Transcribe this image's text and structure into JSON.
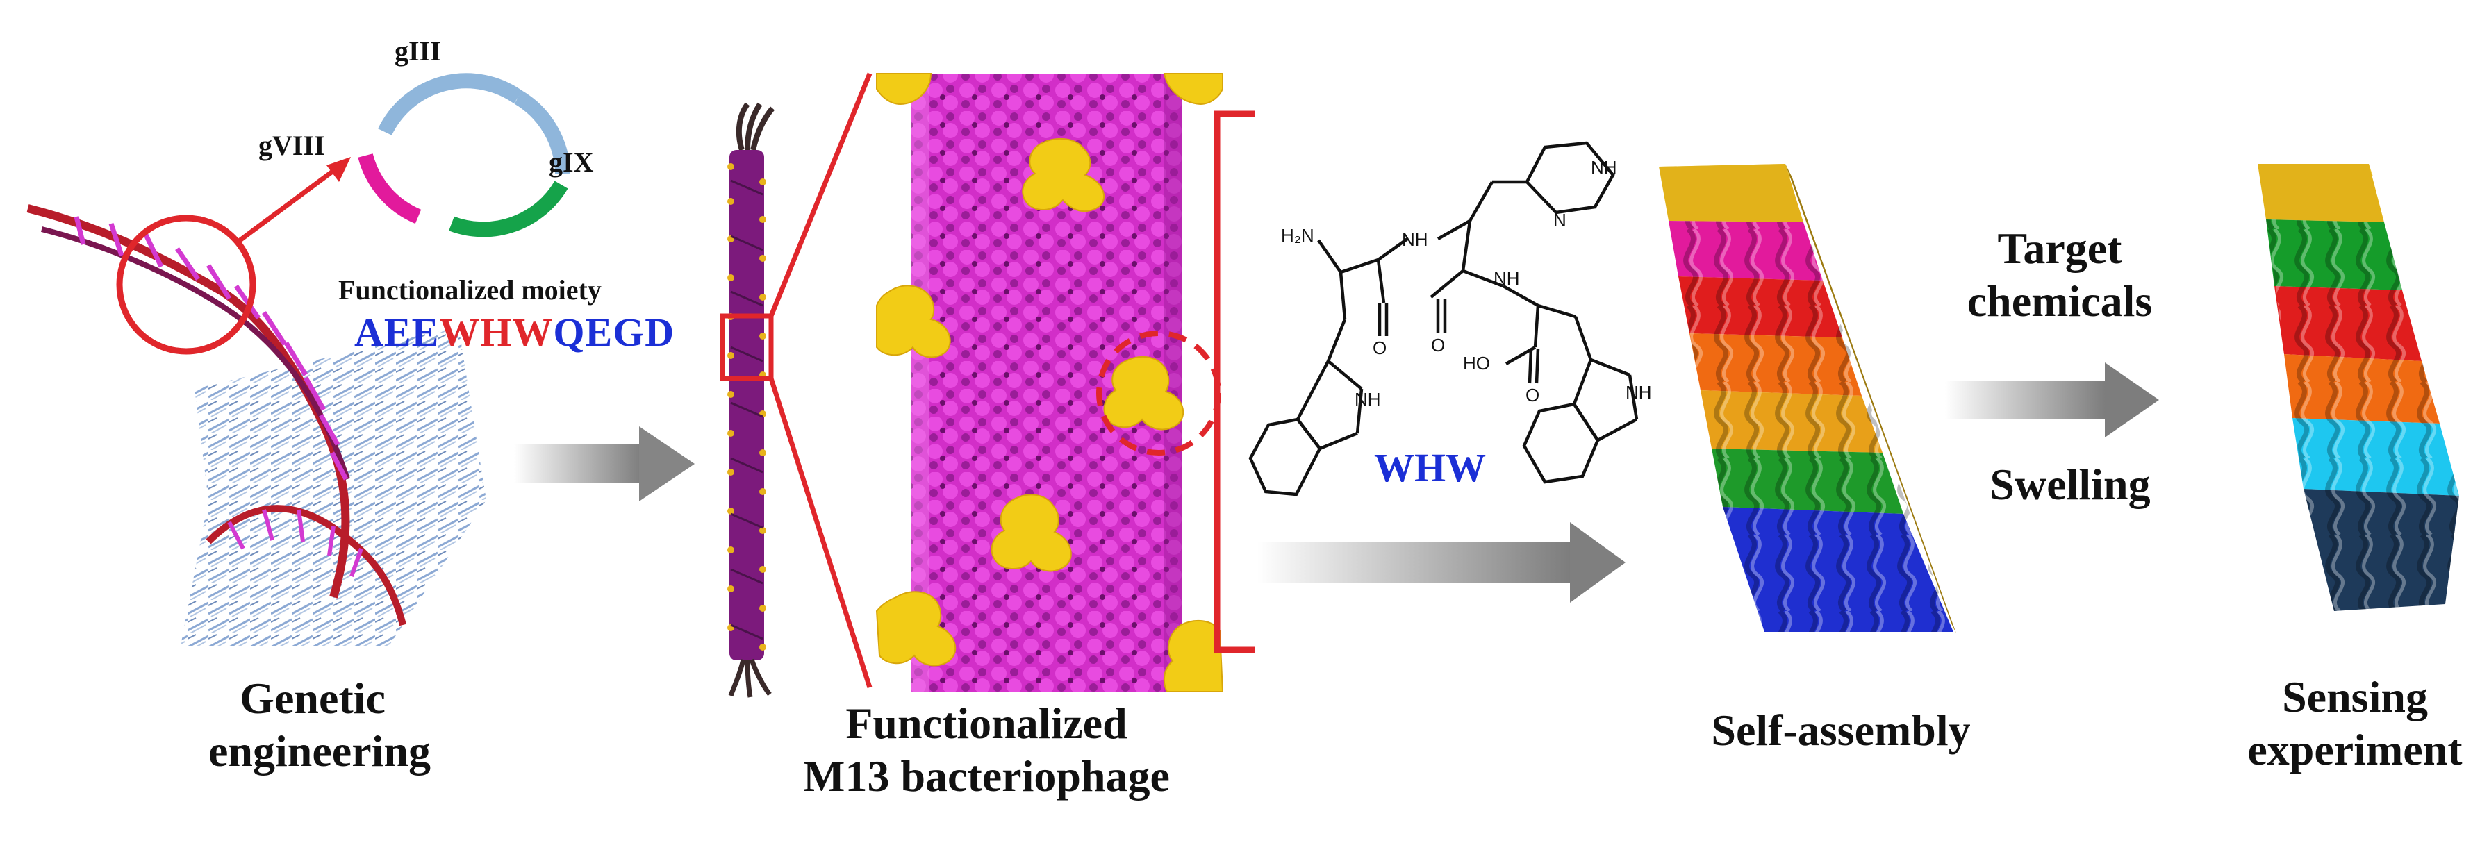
{
  "colors": {
    "plasmid_gIII": "#8fb6db",
    "plasmid_gIX": "#15a34a",
    "plasmid_gVIII": "#e21a9c",
    "plasmid_bottom": "#e21a9c",
    "phage_body": "#d92fd0",
    "phage_dark": "#8a1a8a",
    "coat_protein_yellow": "#f2cc16",
    "callout_red": "#e0262b",
    "sequence_blue": "#1b2fd6",
    "sequence_red": "#e0262b",
    "arrow_gray": "#8c8c8c",
    "film_stripes_self_assembly": [
      "#e2b21a",
      "#e21a9c",
      "#e01d1d",
      "#f06a12",
      "#e8a019",
      "#1e9a2a",
      "#1f2fd0"
    ],
    "film_stripes_sensing": [
      "#e2b21a",
      "#159c2a",
      "#e01d1d",
      "#f06a12",
      "#1ec7f0",
      "#1e3a5a"
    ]
  },
  "plasmid": {
    "genes": {
      "giii": "gIII",
      "gviii": "gVIII",
      "gix": "gIX"
    }
  },
  "moiety": {
    "title": "Functionalized moiety",
    "seq_part1": "AEE",
    "seq_part2": "WHW",
    "seq_part3": "QEGD"
  },
  "chemistry": {
    "name": "WHW",
    "atom_labels": {
      "h2n": "H₂N",
      "nh1": "NH",
      "nh2": "NH",
      "nh3": "NH",
      "nh4": "NH",
      "nh5": "NH",
      "n": "N",
      "ho": "HO"
    }
  },
  "labels": {
    "step1_line1": "Genetic",
    "step1_line2": "engineering",
    "step2_line1": "Functionalized",
    "step2_line2": "M13 bacteriophage",
    "step3": "Self-assembly",
    "step4_line1": "Sensing",
    "step4_line2": "experiment",
    "target_line1": "Target",
    "target_line2": "chemicals",
    "swelling": "Swelling"
  },
  "icons": [
    "dna-helix-icon",
    "plasmid-icon",
    "phage-icon",
    "phage-zoom-icon",
    "film-icon",
    "arrow-icon"
  ]
}
